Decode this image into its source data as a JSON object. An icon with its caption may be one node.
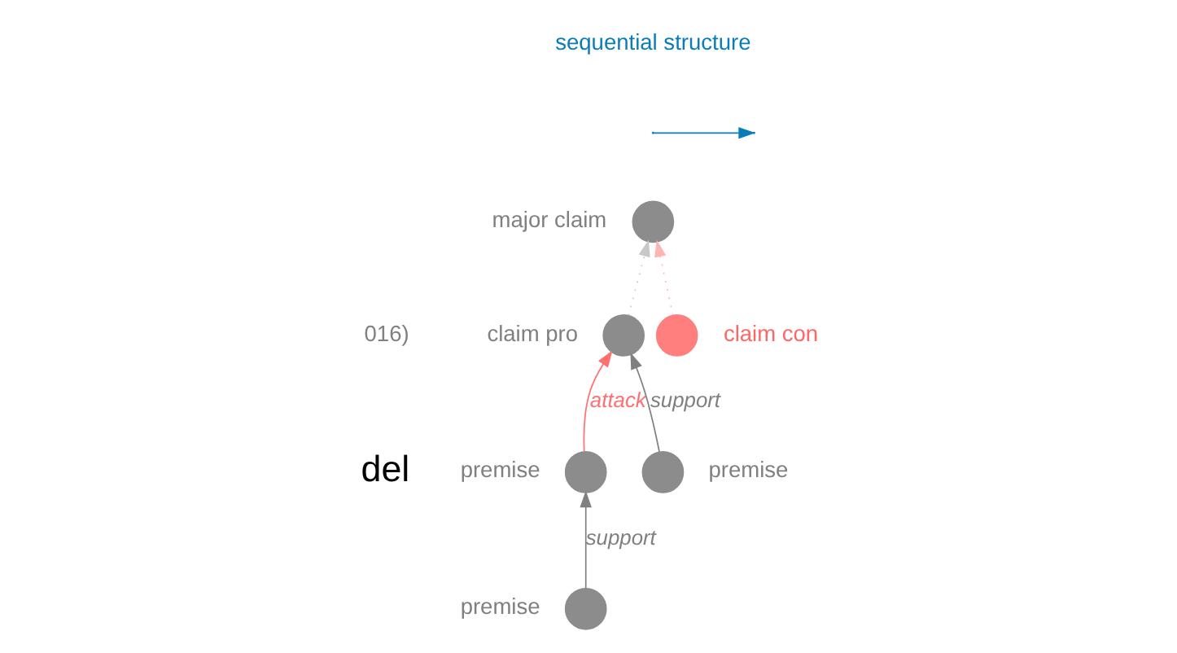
{
  "diagram": {
    "nodes": [
      {
        "text": [],
        "shape": "circle",
        "beside": [
          "major claim"
        ]
      },
      {
        "text": [],
        "shape": "circle",
        "beside": [
          "claim pro"
        ]
      },
      {
        "text": [],
        "shape": "circle",
        "beside": [
          "claim con"
        ]
      },
      {
        "text": [],
        "shape": "circle",
        "beside": [
          "premise"
        ]
      },
      {
        "text": [],
        "shape": "circle",
        "beside": [
          "premise"
        ]
      },
      {
        "text": [],
        "shape": "circle",
        "beside": [
          "premise"
        ]
      }
    ],
    "edges": [
      {
        "from": 1,
        "to": 0,
        "arrow": "to",
        "style": "dashed",
        "color": "#c8c8c8"
      },
      {
        "from": 2,
        "to": 0,
        "arrow": "to",
        "style": "dashed",
        "color": "#ffb3b3"
      },
      {
        "from": 3,
        "to": 1,
        "arrow": "to",
        "label": "attack",
        "color": "#ff7070"
      },
      {
        "from": 4,
        "to": 1,
        "arrow": "to",
        "label": "support"
      },
      {
        "from": 5,
        "to": 3,
        "arrow": "to",
        "label": "support"
      }
    ],
    "labels": [
      "sequential structure",
      "016)",
      "del"
    ]
  }
}
